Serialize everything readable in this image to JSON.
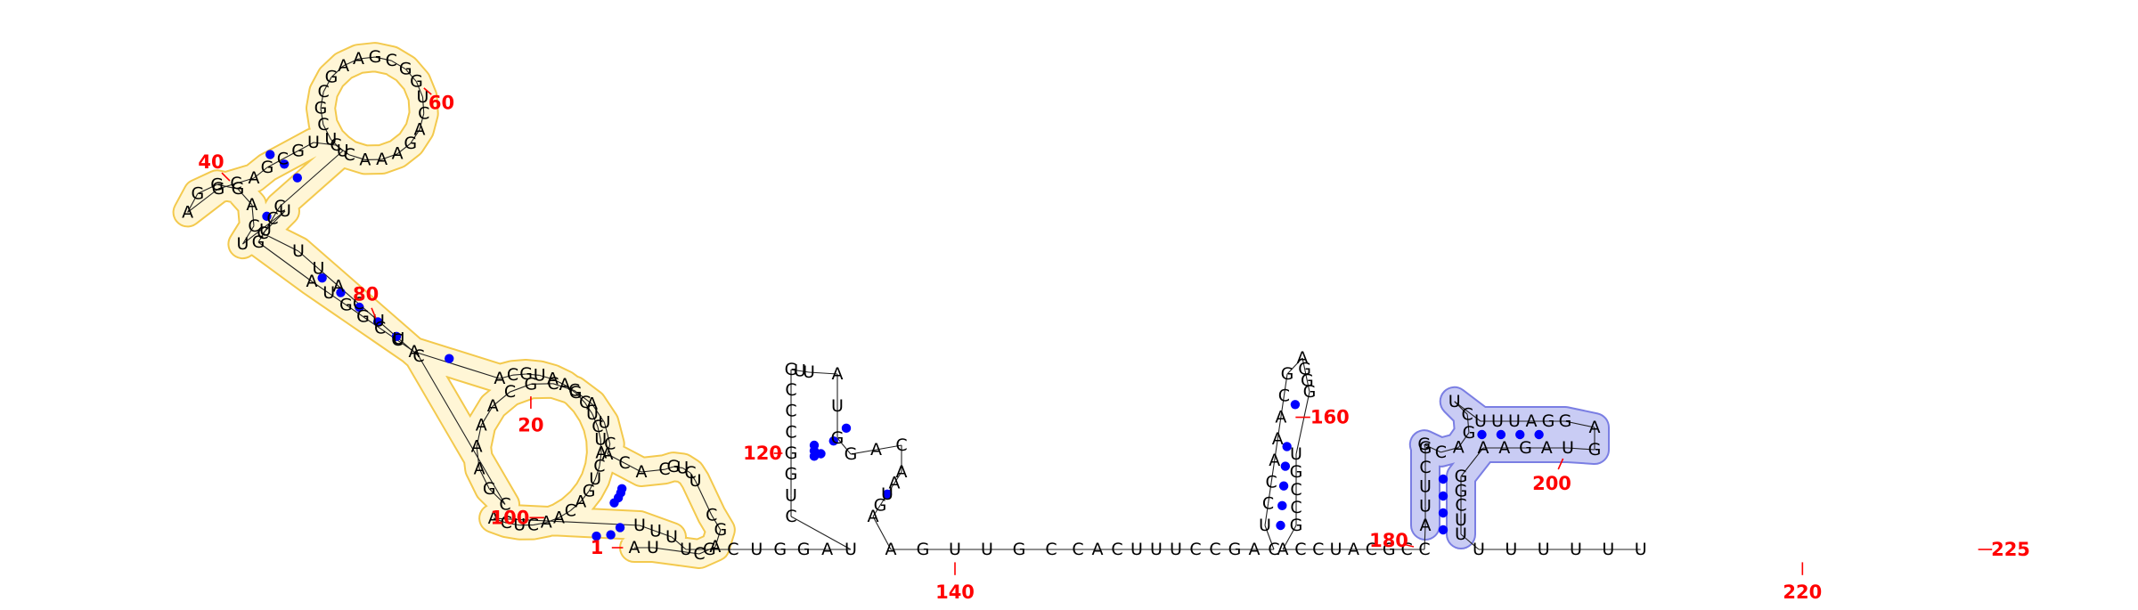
{
  "diagram": {
    "colors": {
      "nucleotide_text": "#000000",
      "base_pair_dot": "#0000ff",
      "index_label": "#ff0000",
      "highlight_yellow_fill": "#fff6d6",
      "highlight_yellow_stroke": "#f2c33a",
      "highlight_yellow_strong": "#f7cf55",
      "highlight_blue_fill": "#c9ccf4",
      "highlight_blue_stroke": "#6b70e0",
      "highlight_blue_strong": "#7e83e6"
    },
    "sequence": "AUCAGCUCUGCACACUACCGCAAAAGCCUUCAUUCUUCAGGGAGCAGCGUCCAAAGACUGGCGAAGCGCUUCCUGAUGGCCAACGUAAGCUCUACUGACAACUCAUUUUGCUGGAUCUGGCCCGUUAUGGACAAUGAAGUUGCCACUUUCCGACUCCAAACGAGGGUGCCGACCUACGCCAUUCGGCAGCUUUUAGGAGUAGAAGGCUUUUUUUU",
    "index_labels": [
      {
        "n": 1,
        "text": "1"
      },
      {
        "n": 20,
        "text": "20"
      },
      {
        "n": 40,
        "text": "40"
      },
      {
        "n": 60,
        "text": "60"
      },
      {
        "n": 80,
        "text": "80"
      },
      {
        "n": 100,
        "text": "100"
      },
      {
        "n": 120,
        "text": "120"
      },
      {
        "n": 140,
        "text": "140"
      },
      {
        "n": 160,
        "text": "160"
      },
      {
        "n": 180,
        "text": "180"
      },
      {
        "n": 200,
        "text": "200"
      },
      {
        "n": 220,
        "text": "220"
      },
      {
        "n": 225,
        "text": "225"
      }
    ]
  }
}
